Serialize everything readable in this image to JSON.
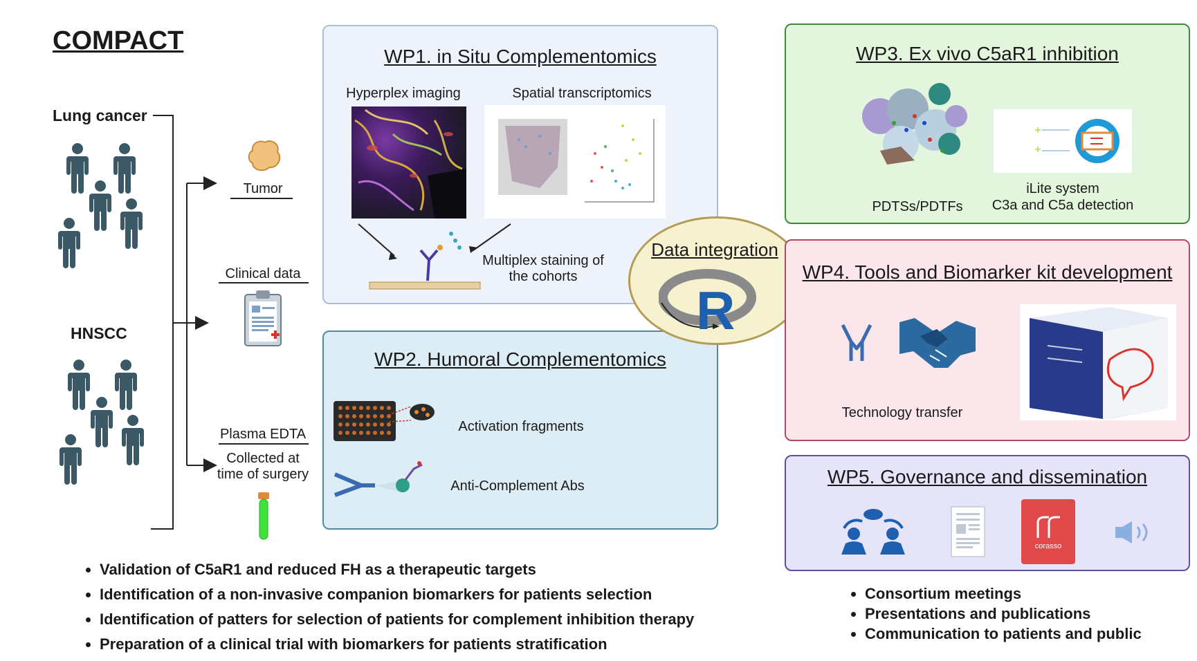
{
  "title": "COMPACT",
  "cohorts": {
    "lung": "Lung cancer",
    "hnscc": "HNSCC"
  },
  "samples": {
    "tumor": "Tumor",
    "clinical": "Clinical data",
    "plasma": "Plasma EDTA",
    "plasma_note_1": "Collected at",
    "plasma_note_2": "time of surgery"
  },
  "wp1": {
    "title": "WP1. in Situ Complementomics",
    "hyperplex": "Hyperplex imaging",
    "spatial": "Spatial transcriptomics",
    "multiplex_1": "Multiplex staining of",
    "multiplex_2": "the cohorts"
  },
  "wp2": {
    "title": "WP2. Humoral Complementomics",
    "activation": "Activation fragments",
    "anti": "Anti-Complement Abs"
  },
  "integration": {
    "label": "Data integration",
    "logo_letter": "R"
  },
  "wp3": {
    "title": "WP3. Ex vivo C5aR1 inhibition",
    "pdts": "PDTSs/PDTFs",
    "ilite_1": "iLite system",
    "ilite_2": "C3a and C5a detection"
  },
  "wp4": {
    "title": "WP4. Tools and Biomarker kit development",
    "transfer": "Technology transfer"
  },
  "wp5": {
    "title": "WP5. Governance and dissemination",
    "logo_text": "corasso"
  },
  "outcomes": [
    "Validation of C5aR1 and reduced FH as a therapeutic targets",
    "Identification of a non-invasive companion biomarkers for patients selection",
    "Identification of patters for selection of patients for complement inhibition therapy",
    "Preparation of a clinical trial with biomarkers for patients stratification"
  ],
  "dissemination": [
    "Consortium meetings",
    "Presentations and publications",
    "Communication to patients and  public"
  ],
  "colors": {
    "wp1_bg": "#eef3fb",
    "wp1_border": "#a9bde0",
    "wp2_bg": "#dcedf5",
    "wp2_border": "#4f8aa3",
    "wp3_bg": "#e3f5dc",
    "wp3_border": "#3f8a3a",
    "wp4_bg": "#fbe6ec",
    "wp4_border": "#b04a63",
    "wp5_bg": "#e6e4f8",
    "wp5_border": "#5b4fa8",
    "person": "#3a5866",
    "integration_bg": "#f6f1cf",
    "integration_border": "#b29c56"
  }
}
